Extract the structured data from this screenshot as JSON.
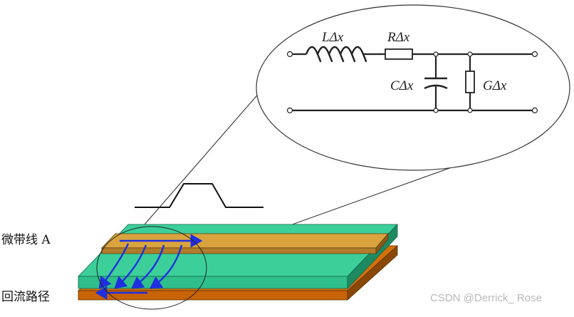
{
  "labels": {
    "microstrip": "微带线 A",
    "return_path": "回流路径"
  },
  "circuit": {
    "inductor": "LΔx",
    "resistor": "RΔx",
    "capacitor": "CΔx",
    "conductance": "GΔx"
  },
  "watermark": "CSDN @Derrick_ Rose",
  "colors": {
    "trace_top": "#d9a43e",
    "trace_side": "#8a5a1a",
    "dielectric_top": "#3ccf9a",
    "dielectric_side": "#1e8a62",
    "ground": "#d4700a",
    "current_arrow": "#1f2fe0",
    "line": "#222222"
  }
}
